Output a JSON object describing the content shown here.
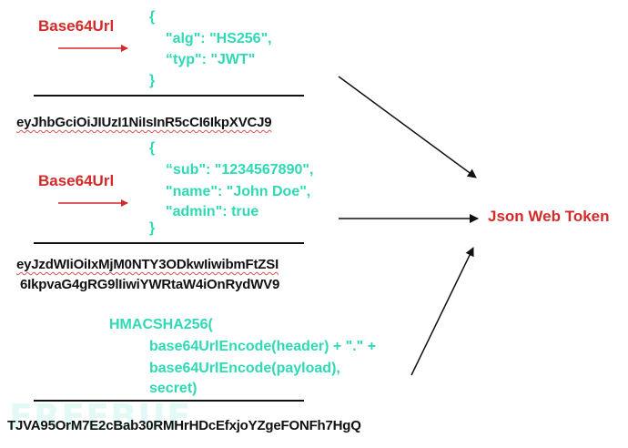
{
  "header": {
    "encoder_label": "Base64Url",
    "json_lines": [
      "{",
      "\"alg\": \"HS256\",",
      "“typ\": \"JWT\"",
      "}"
    ],
    "encoded": "eyJhbGciOiJIUzI1NiIsInR5cCI6IkpXVCJ9"
  },
  "payload": {
    "encoder_label": "Base64Url",
    "json_lines": [
      "{",
      "“sub\": \"1234567890\",",
      "\"name\": \"John Doe\",",
      "\"admin\": true",
      "}"
    ],
    "encoded_line1": "eyJzdWIiOiIxMjM0NTY3ODkwIiwibmFtZSI",
    "encoded_line2": "6IkpvaG4gRG9lIiwiYWRtaW4iOnRydWV9"
  },
  "signature": {
    "formula_lines": [
      "HMACSHA256(",
      "base64UrlEncode(header) + \".\" +",
      "base64UrlEncode(payload),",
      "secret)"
    ],
    "encoded": "TJVA95OrM7E2cBab30RMHrHDcEfxjoYZgeFONFh7HgQ"
  },
  "result": {
    "label": "Json Web Token"
  },
  "watermark": "FREEBUF",
  "colors": {
    "label_red": "#d42a2a",
    "json_teal": "#2ed9b4",
    "text_dark": "#111111"
  }
}
